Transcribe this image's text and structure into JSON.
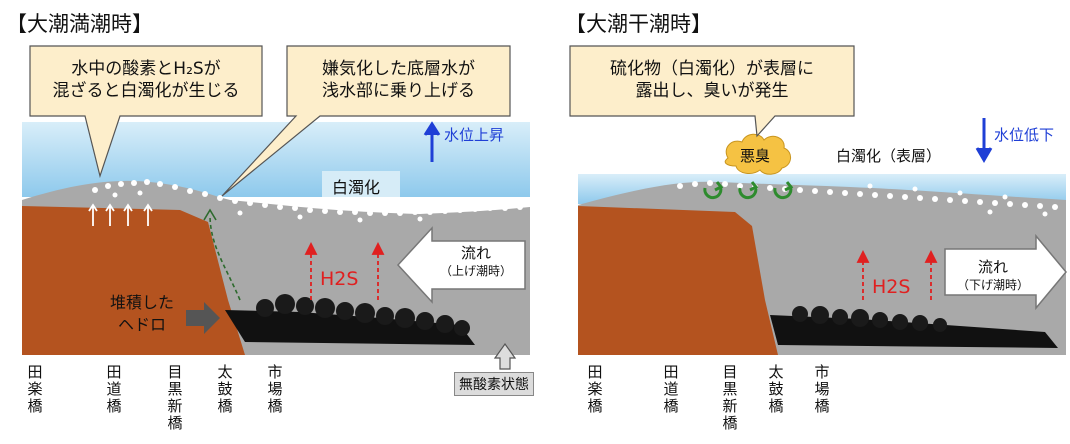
{
  "colors": {
    "water": "#bfe0f2",
    "sediment": "#b4531f",
    "grey_water": "#a9a9a9",
    "sludge": "#111111",
    "callout_fill": "#fdeecb",
    "blue_arrow": "#1f3fd6",
    "red_arrow": "#e02020",
    "green": "#2e8b2e",
    "odor_fill": "#f5c243"
  },
  "left": {
    "title": "【大潮満潮時】",
    "callout1": "水中の酸素とH₂Sが\n混ざると白濁化が生じる",
    "callout2": "嫌気化した底層水が\n浅水部に乗り上げる",
    "water_level": "水位上昇",
    "whitening": "白濁化",
    "sediment_label": "堆積した\nヘドロ",
    "h2s": "H2S",
    "flow_main": "流れ",
    "flow_sub": "（上げ潮時）",
    "anoxic": "無酸素状態",
    "bridges": [
      "田楽橋",
      "田道橋",
      "目黒新橋",
      "太鼓橋",
      "市場橋"
    ]
  },
  "right": {
    "title": "【大潮干潮時】",
    "callout": "硫化物（白濁化）が表層に\n露出し、臭いが発生",
    "odor": "悪臭",
    "whitening": "白濁化（表層）",
    "water_level": "水位低下",
    "h2s": "H2S",
    "flow_main": "流れ",
    "flow_sub": "（下げ潮時）",
    "bridges": [
      "田楽橋",
      "田道橋",
      "目黒新橋",
      "太鼓橋",
      "市場橋"
    ]
  }
}
